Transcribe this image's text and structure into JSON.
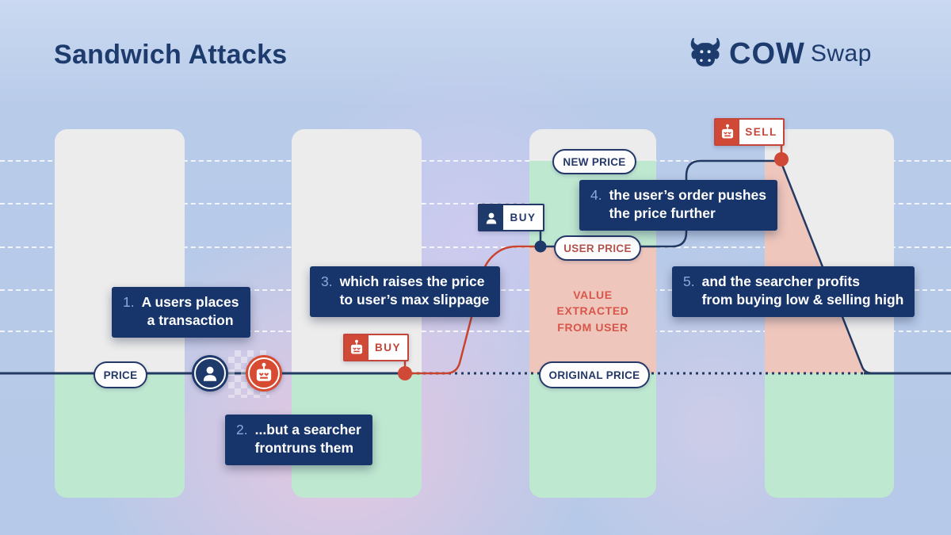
{
  "header": {
    "title": "Sandwich Attacks"
  },
  "logo": {
    "icon": "cow-head-icon",
    "word_bold": "COW",
    "word_light": "Swap"
  },
  "pills": {
    "price": "PRICE",
    "new_price": "NEW PRICE",
    "user_price": "USER PRICE",
    "original_price": "ORIGINAL PRICE"
  },
  "badges": {
    "searcher_buy": {
      "label": "BUY",
      "actor": "searcher-robot"
    },
    "user_buy": {
      "label": "BUY",
      "actor": "user"
    },
    "searcher_sell": {
      "label": "SELL",
      "actor": "searcher-robot"
    }
  },
  "annotations": {
    "value_extracted": {
      "lines": [
        "VALUE",
        "EXTRACTED",
        "FROM USER"
      ]
    }
  },
  "steps": [
    {
      "number": "1.",
      "lines": [
        "A users places",
        "a transaction"
      ]
    },
    {
      "number": "2.",
      "lines": [
        "...but a searcher",
        "frontruns them"
      ]
    },
    {
      "number": "3.",
      "lines": [
        "which raises the price",
        "to user’s max slippage"
      ]
    },
    {
      "number": "4.",
      "lines": [
        "the user’s order pushes",
        "the price further"
      ]
    },
    {
      "number": "5.",
      "lines": [
        "and the searcher profits",
        "from buying low & selling high"
      ]
    }
  ],
  "colors": {
    "navy": "#1d3a6b",
    "red": "#d04936",
    "mint": "#bfe8d1",
    "salmon": "#efc6bc",
    "bar_gray": "#ececec",
    "background_blue": "#b8cbe9",
    "background_pink": "#eec7e0"
  }
}
